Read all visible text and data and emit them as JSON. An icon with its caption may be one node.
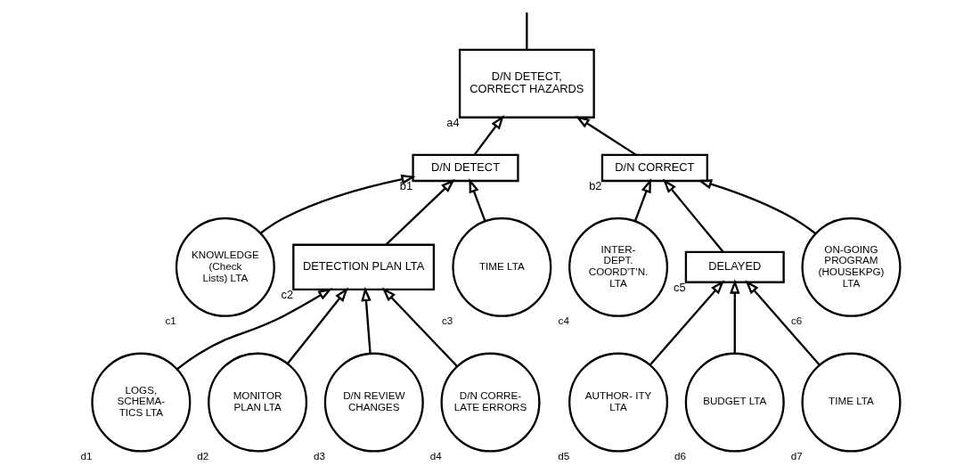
{
  "diagram": {
    "nodes": [
      {
        "text": [
          "D/N DETECT, CORRECT HAZARDS"
        ],
        "beside": [
          "a4"
        ]
      },
      {
        "text": [
          "D/N DETECT"
        ],
        "beside": [
          "b1"
        ]
      },
      {
        "text": [
          "D/N CORRECT"
        ],
        "beside": [
          "b2"
        ]
      },
      {
        "text": [
          "KNOWLEDGE (Check Lists) LTA"
        ],
        "beside": [
          "c1"
        ]
      },
      {
        "text": [
          "DETECTION PLAN LTA"
        ],
        "beside": [
          "c2"
        ]
      },
      {
        "text": [
          "TIME LTA"
        ],
        "beside": [
          "c3"
        ]
      },
      {
        "text": [
          "INTER- DEPT. COORD'T'N. LTA"
        ],
        "beside": [
          "c4"
        ]
      },
      {
        "text": [
          "DELAYED"
        ],
        "beside": [
          "c5"
        ]
      },
      {
        "text": [
          "ON-GOING PROGRAM (HOUSEKPG) LTA"
        ],
        "beside": [
          "c6"
        ]
      },
      {
        "text": [
          "LOGS, SCHEMA- TICS LTA"
        ],
        "beside": [
          "d1"
        ]
      },
      {
        "text": [
          "MONITOR PLAN LTA"
        ],
        "beside": [
          "d2"
        ]
      },
      {
        "text": [
          "D/N REVIEW CHANGES"
        ],
        "beside": [
          "d3"
        ]
      },
      {
        "text": [
          "D/N CORRE- LATE ERRORS"
        ],
        "beside": [
          "d4"
        ]
      },
      {
        "text": [
          "AUTHOR- ITY LTA"
        ],
        "beside": [
          "d5"
        ]
      },
      {
        "text": [
          "BUDGET LTA"
        ],
        "beside": [
          "d6"
        ]
      },
      {
        "text": [
          "TIME LTA"
        ],
        "beside": [
          "d7"
        ]
      }
    ],
    "edges": [
      {
        "from": 0,
        "to": null,
        "arrow": "none"
      },
      {
        "from": 1,
        "to": 0,
        "arrow": "to"
      },
      {
        "from": 2,
        "to": 0,
        "arrow": "to"
      },
      {
        "from": 3,
        "to": 1,
        "arrow": "to"
      },
      {
        "from": 4,
        "to": 1,
        "arrow": "to"
      },
      {
        "from": 5,
        "to": 1,
        "arrow": "to"
      },
      {
        "from": 6,
        "to": 2,
        "arrow": "to"
      },
      {
        "from": 7,
        "to": 2,
        "arrow": "to"
      },
      {
        "from": 8,
        "to": 2,
        "arrow": "to"
      },
      {
        "from": 9,
        "to": 4,
        "arrow": "to"
      },
      {
        "from": 10,
        "to": 4,
        "arrow": "to"
      },
      {
        "from": 11,
        "to": 4,
        "arrow": "to"
      },
      {
        "from": 12,
        "to": 4,
        "arrow": "to"
      },
      {
        "from": 13,
        "to": 7,
        "arrow": "to"
      },
      {
        "from": 14,
        "to": 7,
        "arrow": "to"
      },
      {
        "from": 15,
        "to": 7,
        "arrow": "to"
      }
    ]
  }
}
